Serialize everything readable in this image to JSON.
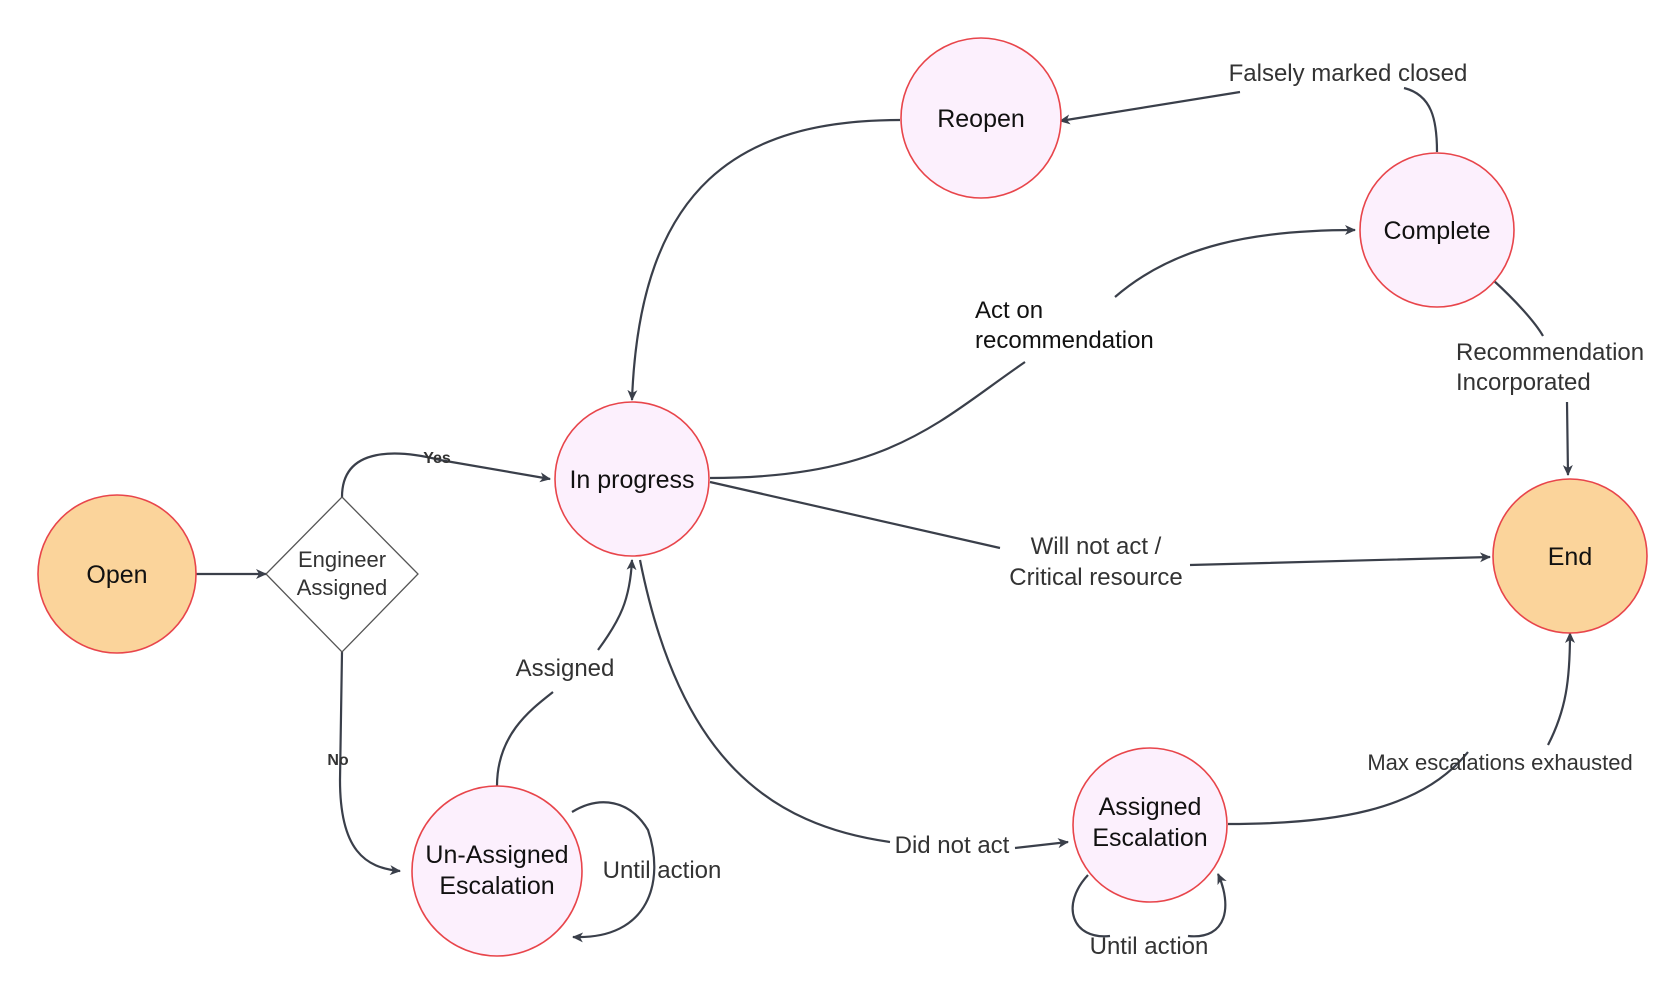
{
  "colors": {
    "terminal_fill": "#fbd49b",
    "state_fill": "#fcf0fd",
    "node_stroke": "#e8454b",
    "edge": "#3a3f4a"
  },
  "nodes": {
    "open": "Open",
    "decision_line1": "Engineer",
    "decision_line2": "Assigned",
    "in_progress": "In progress",
    "reopen": "Reopen",
    "complete": "Complete",
    "end": "End",
    "unassigned_line1": "Un-Assigned",
    "unassigned_line2": "Escalation",
    "assigned_line1": "Assigned",
    "assigned_line2": "Escalation"
  },
  "edges": {
    "yes": "Yes",
    "no": "No",
    "falsely_marked_closed": "Falsely marked closed",
    "act_line1": "Act on",
    "act_line2": "recommendation",
    "recommendation_line1": "Recommendation",
    "recommendation_line2": "Incorporated",
    "will_not_act_line1": "Will not act /",
    "will_not_act_line2": "Critical resource",
    "assigned": "Assigned",
    "until_action_unassigned": "Until action",
    "did_not_act": "Did not act",
    "until_action_assigned": "Until action",
    "max_escalations": "Max escalations exhausted"
  }
}
